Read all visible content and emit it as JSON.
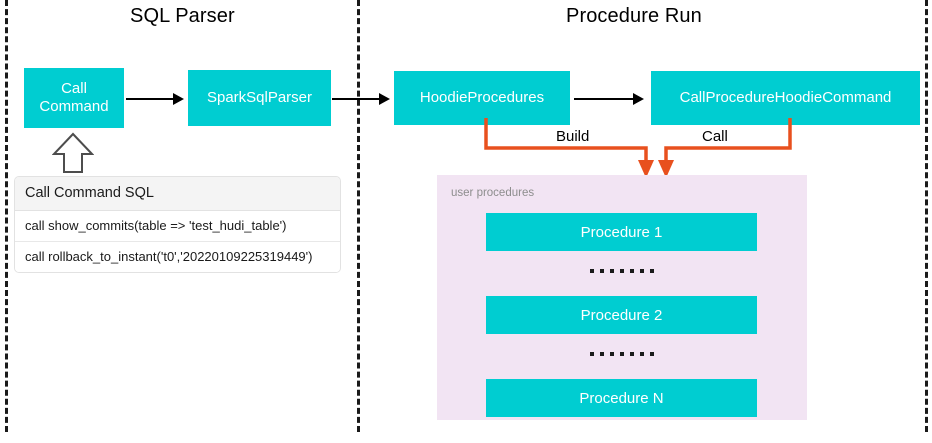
{
  "sections": {
    "sql_parser_title": "SQL Parser",
    "procedure_run_title": "Procedure Run"
  },
  "nodes": {
    "call_command": "Call\nCommand",
    "call_command_line1": "Call",
    "call_command_line2": "Command",
    "spark_sql_parser": "SparkSqlParser",
    "hoodie_procedures": "HoodieProcedures",
    "call_procedure_hoodie_command": "CallProcedureHoodieCommand"
  },
  "edges": {
    "build_label": "Build",
    "call_label": "Call"
  },
  "sql_card": {
    "header": "Call Command SQL",
    "rows": [
      "call show_commits(table => 'test_hudi_table')",
      "call rollback_to_instant('t0','20220109225319449')"
    ]
  },
  "procedures_panel": {
    "label": "user procedures",
    "items": [
      "Procedure 1",
      "Procedure 2",
      "Procedure N"
    ],
    "ellipsis": "......."
  },
  "colors": {
    "teal": "#00cdd1",
    "orange": "#e8501e",
    "panel_purple": "#f2e4f3",
    "card_header_gray": "#f4f4f4",
    "divider_black": "#1a1a1a"
  }
}
